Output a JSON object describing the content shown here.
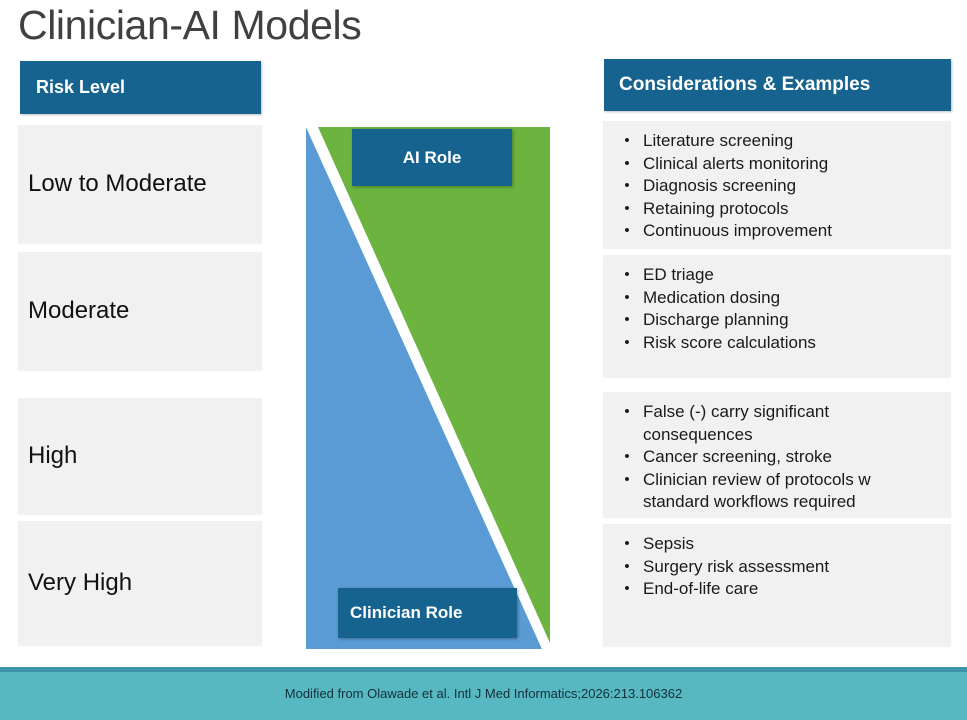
{
  "slide": {
    "title": "Clinician-AI Models"
  },
  "risk_column": {
    "header": "Risk Level",
    "levels": [
      {
        "label": "Low to Moderate"
      },
      {
        "label": "Moderate"
      },
      {
        "label": "High"
      },
      {
        "label": "Very High"
      }
    ]
  },
  "diagram": {
    "ai_role_label": "AI Role",
    "clinician_role_label": "Clinician Role",
    "ai_color": "#6cb33f",
    "clinician_color": "#5b9bd5",
    "label_box_color": "#17638f",
    "divider_color": "#ffffff"
  },
  "considerations_column": {
    "header": "Considerations & Examples",
    "groups": [
      {
        "bullet": "•",
        "items": [
          "Literature screening",
          "Clinical alerts monitoring",
          "Diagnosis screening",
          "Retaining protocols",
          "Continuous improvement"
        ]
      },
      {
        "bullet": "•",
        "items": [
          "ED triage",
          "Medication dosing",
          "Discharge planning",
          "Risk score calculations"
        ]
      },
      {
        "bullet": "•",
        "items": [
          "False (-) carry significant consequences",
          "Cancer screening, stroke",
          "Clinician review of protocols w standard workflows required"
        ]
      },
      {
        "bullet": "•",
        "items": [
          "Sepsis",
          "Surgery risk assessment",
          "End-of-life care"
        ]
      }
    ]
  },
  "footer": {
    "citation": "Modified from Olawade et al. Intl J Med Informatics;2026:213.106362",
    "band_color": "#57b8c2",
    "rule_color": "#3f93a8"
  },
  "theme": {
    "header_blue": "#17638f",
    "box_gray": "#f1f1f1",
    "title_gray": "#404040"
  }
}
